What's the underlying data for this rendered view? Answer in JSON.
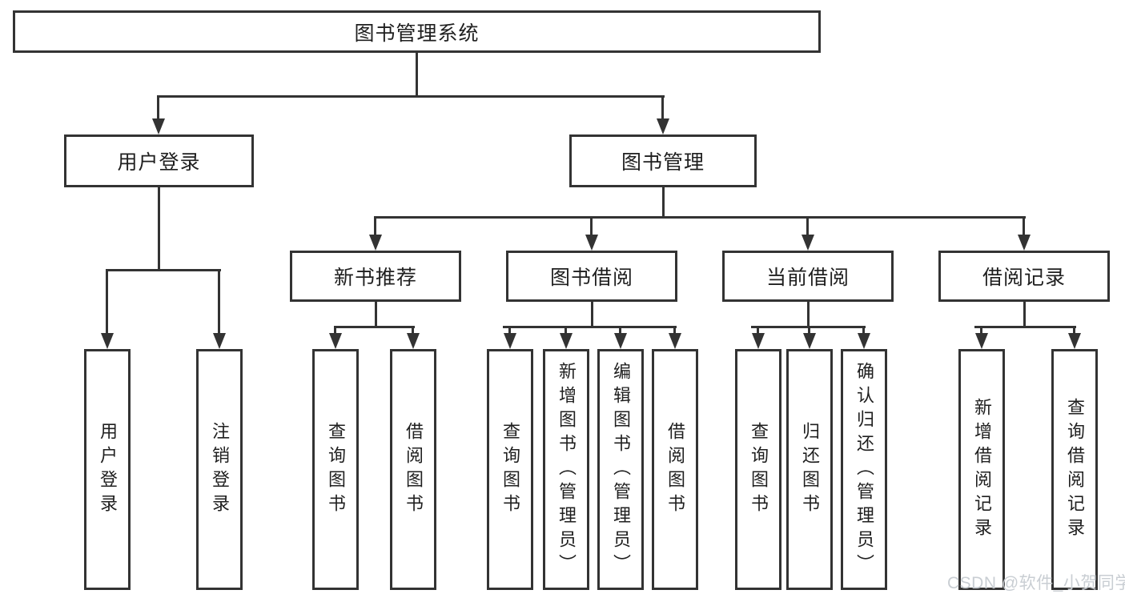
{
  "diagram": {
    "root": "图书管理系统",
    "level2": {
      "user_login": "用户登录",
      "book_mgmt": "图书管理"
    },
    "level3": {
      "new_rec": "新书推荐",
      "borrow": "图书借阅",
      "current": "当前借阅",
      "records": "借阅记录"
    },
    "leaves": {
      "user_login": [
        "用户登录",
        "注销登录"
      ],
      "new_rec": [
        "查询图书",
        "借阅图书"
      ],
      "borrow": [
        "查询图书",
        "新增图书（管理员）",
        "编辑图书（管理员）",
        "借阅图书"
      ],
      "current": [
        "查询图书",
        "归还图书",
        "确认归还（管理员）"
      ],
      "records": [
        "新增借阅记录",
        "查询借阅记录"
      ]
    },
    "colors": {
      "line": "#333333",
      "text": "#1f1f1f",
      "background": "#ffffff",
      "watermark": "#c6cbd1"
    }
  },
  "watermark": "CSDN @软件_小贺同学"
}
